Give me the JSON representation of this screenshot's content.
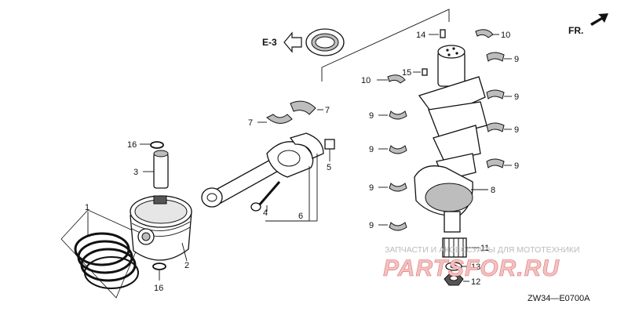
{
  "direction_label": "FR.",
  "reference_label": "E-3",
  "diagram_code": "ZW34—E0700A",
  "watermark": {
    "top_text": "ЗАПЧАСТИ И АКСЕССУАРЫ ДЛЯ МОТОТЕХНИКИ",
    "logo_text": "PARTSFOR.RU"
  },
  "callouts": {
    "c1": "1",
    "c2": "2",
    "c3": "3",
    "c4": "4",
    "c5": "5",
    "c6": "6",
    "c7a": "7",
    "c7b": "7",
    "c8": "8",
    "c9a": "9",
    "c9b": "9",
    "c9c": "9",
    "c9d": "9",
    "c9e": "9",
    "c9f": "9",
    "c9g": "9",
    "c9h": "9",
    "c10a": "10",
    "c10b": "10",
    "c11": "11",
    "c12": "12",
    "c13": "13",
    "c14": "14",
    "c15": "15",
    "c16a": "16",
    "c16b": "16"
  },
  "colors": {
    "ink": "#111111",
    "watermark_red": "#e07070",
    "watermark_gray": "#bbbbbb"
  }
}
